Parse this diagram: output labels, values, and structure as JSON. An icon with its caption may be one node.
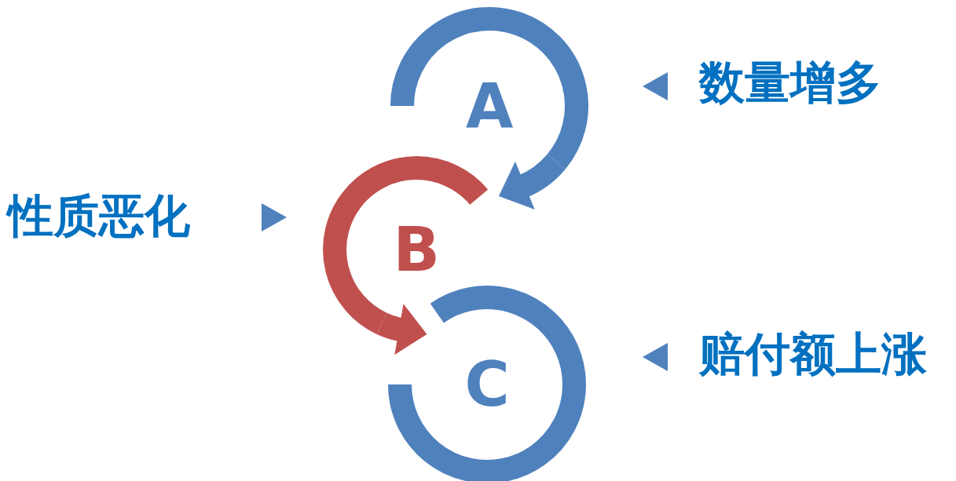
{
  "diagram": {
    "nodes": [
      {
        "text": [
          "A"
        ]
      },
      {
        "text": [
          "B"
        ]
      },
      {
        "text": [
          "C"
        ]
      },
      {
        "text": [
          "数量增多"
        ]
      },
      {
        "text": [
          "性质恶化"
        ]
      },
      {
        "text": [
          "赔付额上涨"
        ]
      }
    ],
    "edges": [
      {
        "from": 0,
        "to": 1,
        "arrow": "to"
      },
      {
        "from": 1,
        "to": 2,
        "arrow": "to",
        "color": "#c0504d"
      }
    ]
  }
}
